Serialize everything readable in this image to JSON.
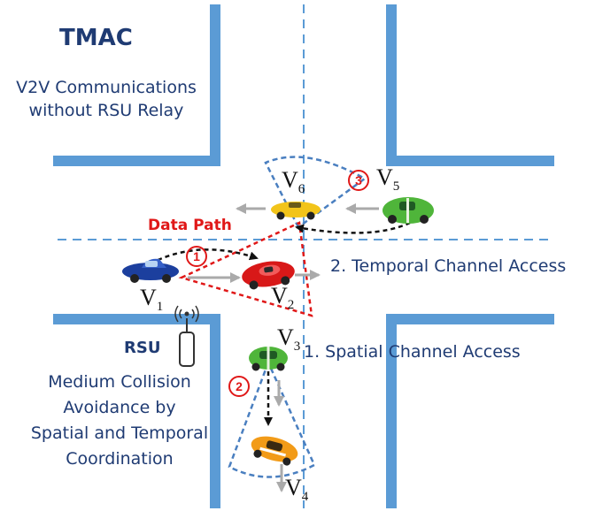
{
  "title": "TMAC",
  "subtitle_line1": "V2V Communications",
  "subtitle_line2": "without RSU Relay",
  "data_path": "Data Path",
  "temporal": "2. Temporal Channel Access",
  "spatial": "1. Spatial Channel Access",
  "rsu": "RSU",
  "rsu_desc": [
    "Medium Collision",
    "Avoidance by",
    "Spatial and Temporal",
    "Coordination"
  ],
  "vehicles": {
    "v1": {
      "base": "V",
      "sub": "1"
    },
    "v2": {
      "base": "V",
      "sub": "2"
    },
    "v3": {
      "base": "V",
      "sub": "3"
    },
    "v4": {
      "base": "V",
      "sub": "4"
    },
    "v5": {
      "base": "V",
      "sub": "5"
    },
    "v6": {
      "base": "V",
      "sub": "6"
    }
  },
  "markers": {
    "m1": "1",
    "m2": "2",
    "m3": "3"
  },
  "colors": {
    "road": "#5b9bd5",
    "accent_red": "#e01818",
    "navy": "#1f3b73"
  }
}
